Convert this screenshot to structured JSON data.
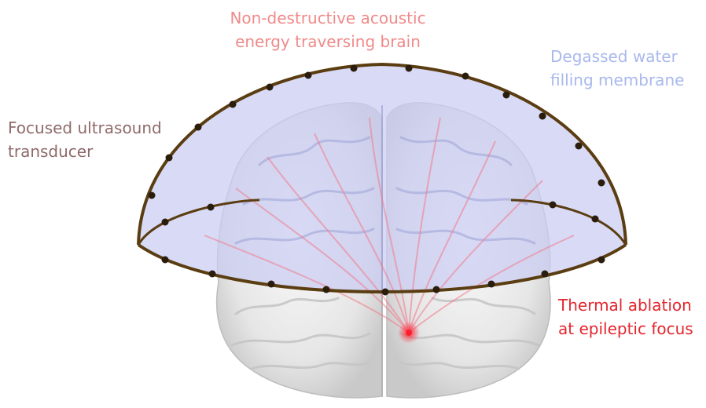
{
  "labels": {
    "acoustic_line1": "Non-destructive acoustic",
    "acoustic_line2": "energy traversing brain",
    "water_line1": "Degassed water",
    "water_line2": "filling membrane",
    "transducer_line1": "Focused ultrasound",
    "transducer_line2": "transducer",
    "ablation_line1": "Thermal ablation",
    "ablation_line2": "at epileptic focus"
  },
  "colors": {
    "acoustic_label": "#f08a8a",
    "water_label": "#a9b8ee",
    "transducer_label": "#8f6a6a",
    "ablation_label": "#e3262e",
    "transducer_rim": "#5b3d12",
    "element_dot": "#2a1d0c",
    "membrane_fill": "#c9ccf2",
    "beam": "#f27b8c",
    "focus": "#ff1e2e",
    "brain_lower": "#f1f1f1",
    "brain_upper": "#c4c8ec"
  },
  "icons": {
    "brain": "brain-illustration",
    "element": "transducer-element-dot"
  }
}
